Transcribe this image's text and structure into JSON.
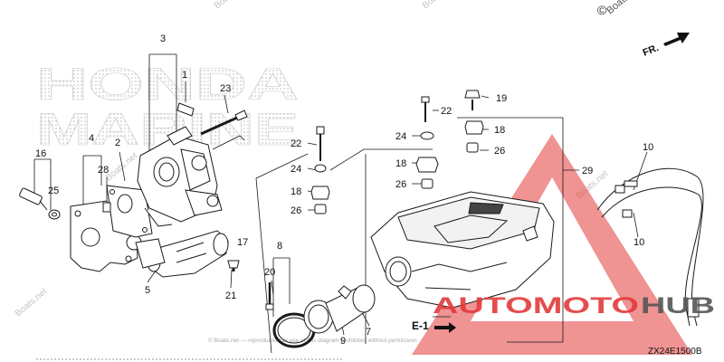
{
  "watermarks": {
    "brand_line1": "HONDA",
    "brand_line2": "MARINE",
    "copyright_symbol": "©",
    "site_stamp": "Boats.net",
    "fine_print": "© Boats.net — reproduction or use of this diagram prohibited without permission",
    "overlay_brand_a": "AUTOMOTO",
    "overlay_brand_b": "HUB"
  },
  "direction": {
    "label": "FR.",
    "icon": "arrow-right-icon"
  },
  "ref": {
    "label": "E-1"
  },
  "diagram_code": "ZX24E1500B",
  "callouts": [
    {
      "id": "c3",
      "text": "3"
    },
    {
      "id": "c1",
      "text": "1"
    },
    {
      "id": "c23",
      "text": "23"
    },
    {
      "id": "c4",
      "text": "4"
    },
    {
      "id": "c28",
      "text": "28"
    },
    {
      "id": "c2",
      "text": "2"
    },
    {
      "id": "c16",
      "text": "16"
    },
    {
      "id": "c25",
      "text": "25"
    },
    {
      "id": "c17",
      "text": "17"
    },
    {
      "id": "c5",
      "text": "5"
    },
    {
      "id": "c21",
      "text": "21"
    },
    {
      "id": "c8",
      "text": "8"
    },
    {
      "id": "c20",
      "text": "20"
    },
    {
      "id": "c9",
      "text": "9"
    },
    {
      "id": "c7",
      "text": "7"
    },
    {
      "id": "c22a",
      "text": "22"
    },
    {
      "id": "c24a",
      "text": "24"
    },
    {
      "id": "c18a",
      "text": "18"
    },
    {
      "id": "c26a",
      "text": "26"
    },
    {
      "id": "c22b",
      "text": "22"
    },
    {
      "id": "c24b",
      "text": "24"
    },
    {
      "id": "c18b",
      "text": "18"
    },
    {
      "id": "c26b",
      "text": "26"
    },
    {
      "id": "c19",
      "text": "19"
    },
    {
      "id": "c18c",
      "text": "18"
    },
    {
      "id": "c26c",
      "text": "26"
    },
    {
      "id": "c29",
      "text": "29"
    },
    {
      "id": "c10a",
      "text": "10"
    },
    {
      "id": "c10b",
      "text": "10"
    }
  ],
  "colors": {
    "line": "#1a1a1a",
    "watermark_gray": "#bdbdbd",
    "overlay_red": "#e23a3a",
    "overlay_gray": "#555555"
  }
}
